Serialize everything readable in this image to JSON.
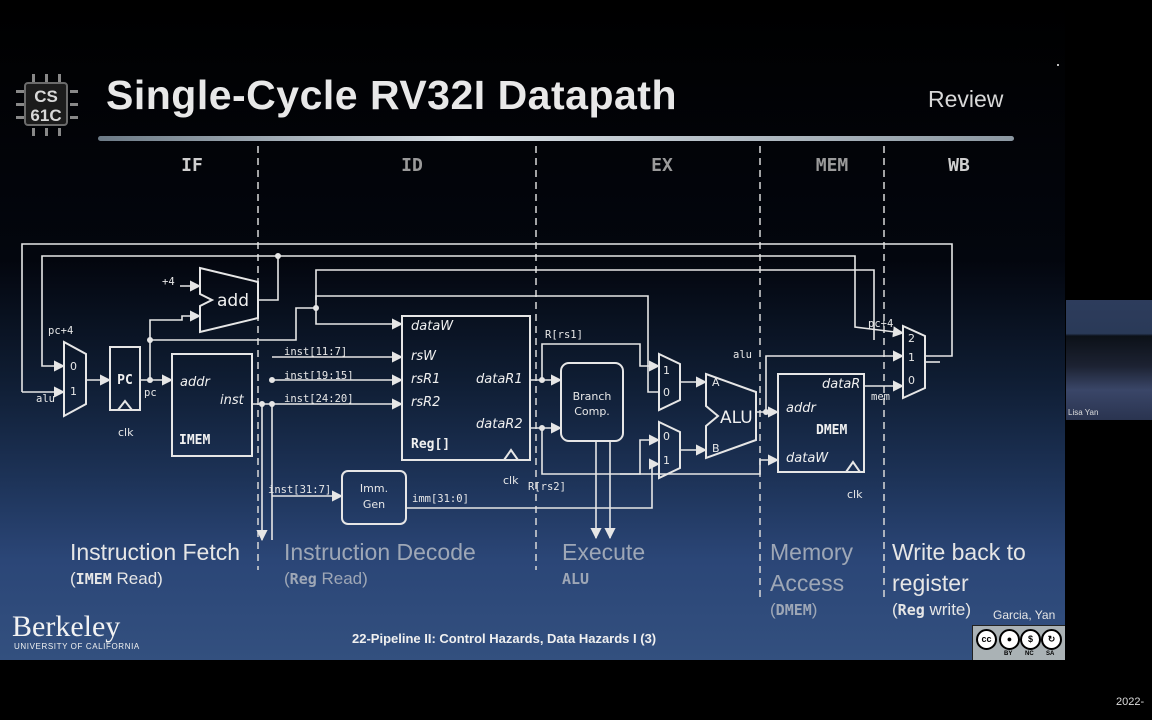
{
  "slide": {
    "logo_line1": "CS",
    "logo_line2": "61C",
    "title": "Single-Cycle RV32I Datapath",
    "tag": "Review",
    "stages": [
      "IF",
      "ID",
      "EX",
      "MEM",
      "WB"
    ],
    "footer": "22-Pipeline II: Control Hazards, Data Hazards I (3)",
    "university": "Berkeley",
    "university_sub": "UNIVERSITY OF CALIFORNIA",
    "authors": "Garcia, Yan",
    "license": [
      "cc",
      "BY",
      "NC",
      "SA"
    ]
  },
  "diagram": {
    "pc": "PC",
    "add": "add",
    "plus4": "+4",
    "imem": "IMEM",
    "addr": "addr",
    "inst": "inst",
    "reg": "Reg[]",
    "dataW": "dataW",
    "rsW": "rsW",
    "rsR1": "rsR1",
    "rsR2": "rsR2",
    "dataR1": "dataR1",
    "dataR2": "dataR2",
    "clk": "clk",
    "branch": [
      "Branch",
      "Comp."
    ],
    "alu": "ALU",
    "alu_a": "A",
    "alu_b": "B",
    "dmem": "DMEM",
    "dataR": "dataR",
    "immgen": [
      "Imm.",
      "Gen"
    ],
    "pc_label": "pc",
    "pc4": "pc+4",
    "alu_label": "alu",
    "mem_label": "mem",
    "sig_inst_11_7": "inst[11:7]",
    "sig_inst_19_15": "inst[19:15]",
    "sig_inst_24_20": "inst[24:20]",
    "sig_inst_31_7": "inst[31:7]",
    "sig_imm": "imm[31:0]",
    "sig_rrs1": "R[rs1]",
    "sig_rrs2": "R[rs2]",
    "mux_pc": [
      "0",
      "1"
    ],
    "mux_a": [
      "1",
      "0"
    ],
    "mux_b": [
      "0",
      "1"
    ],
    "mux_wb": [
      "2",
      "1",
      "0"
    ]
  },
  "descriptions": {
    "if_title": "Instruction Fetch",
    "if_code": "IMEM",
    "if_rest": " Read)",
    "id_title": "Instruction Decode",
    "id_code": "Reg",
    "id_rest": " Read)",
    "ex_title": "Execute",
    "ex_code": "ALU",
    "mem_title1": "Memory",
    "mem_title2": "Access",
    "mem_code": "DMEM",
    "wb_title1": "Write back to",
    "wb_title2": "register",
    "wb_code": "Reg",
    "wb_rest": " write)"
  },
  "video": {
    "name": "Lisa Yan"
  },
  "date_fragment": "2022-"
}
